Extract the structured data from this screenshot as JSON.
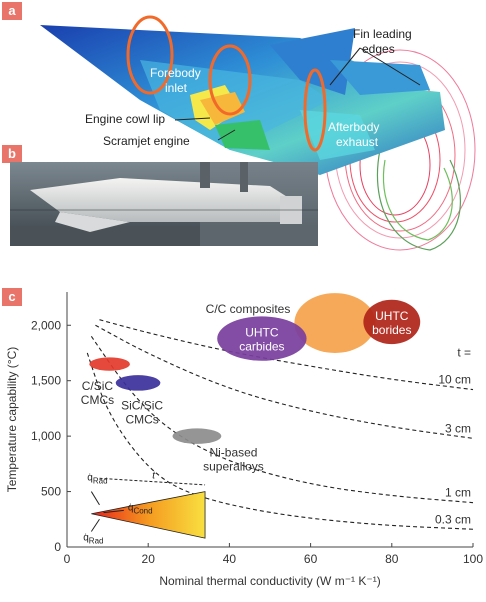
{
  "panels": {
    "a": "a",
    "b": "b",
    "c": "c"
  },
  "diagram": {
    "labels": {
      "fin_leading": "Fin leading",
      "edges": "edges",
      "forebody": "Forebody",
      "inlet": "inlet",
      "engine_cowl_lip": "Engine cowl lip",
      "scramjet_engine": "Scramjet engine",
      "afterbody": "Afterbody",
      "exhaust": "exhaust"
    }
  },
  "chart_data": {
    "type": "scatter",
    "xlabel": "Nominal thermal conductivity (W m⁻¹ K⁻¹)",
    "ylabel": "Temperature capability (°C)",
    "xlim": [
      0,
      100
    ],
    "ylim": [
      0,
      2300
    ],
    "x_ticks": [
      "0",
      "20",
      "40",
      "60",
      "80",
      "100"
    ],
    "y_ticks": [
      "0",
      "500",
      "1,000",
      "1,500",
      "2,000"
    ],
    "x_tick_values": [
      0,
      20,
      40,
      60,
      80,
      100
    ],
    "y_tick_values": [
      0,
      500,
      1000,
      1500,
      2000
    ],
    "materials": [
      {
        "label1": "C/C composites",
        "label2": "",
        "x": 66,
        "y": 2020,
        "rx": 10,
        "ry": 270,
        "color": "#f5a24a"
      },
      {
        "label1": "UHTC",
        "label2": "borides",
        "x": 80,
        "y": 2030,
        "rx": 7,
        "ry": 200,
        "color": "#b02418"
      },
      {
        "label1": "UHTC",
        "label2": "carbides",
        "x": 48,
        "y": 1880,
        "rx": 11,
        "ry": 200,
        "color": "#7a3e9d"
      },
      {
        "label1": "C/SiC",
        "label2": "CMCs",
        "x": 10.5,
        "y": 1650,
        "rx": 5,
        "ry": 60,
        "color": "#e23a2a"
      },
      {
        "label1": "SiC/SiC",
        "label2": "CMCs",
        "x": 17.5,
        "y": 1480,
        "rx": 5.5,
        "ry": 70,
        "color": "#3b2f9a"
      },
      {
        "label1": "Ni-based",
        "label2": "superalloys",
        "x": 32,
        "y": 1000,
        "rx": 6,
        "ry": 70,
        "color": "#8c8c8c"
      }
    ],
    "thickness_label": "t =",
    "curves": [
      {
        "label": "10 cm",
        "points": [
          [
            8,
            2050
          ],
          [
            20,
            1930
          ],
          [
            40,
            1760
          ],
          [
            60,
            1630
          ],
          [
            80,
            1510
          ],
          [
            100,
            1420
          ]
        ]
      },
      {
        "label": "3 cm",
        "points": [
          [
            7,
            2000
          ],
          [
            20,
            1740
          ],
          [
            40,
            1420
          ],
          [
            60,
            1220
          ],
          [
            80,
            1080
          ],
          [
            100,
            980
          ]
        ]
      },
      {
        "label": "1 cm",
        "points": [
          [
            6,
            1900
          ],
          [
            15,
            1420
          ],
          [
            25,
            1050
          ],
          [
            40,
            760
          ],
          [
            60,
            560
          ],
          [
            80,
            460
          ],
          [
            100,
            400
          ]
        ]
      },
      {
        "label": "0.3 cm",
        "points": [
          [
            5,
            1750
          ],
          [
            10,
            1200
          ],
          [
            20,
            700
          ],
          [
            30,
            470
          ],
          [
            50,
            300
          ],
          [
            75,
            200
          ],
          [
            100,
            160
          ]
        ]
      }
    ],
    "inset": {
      "q_rad_top": "q̇",
      "q_rad_top_sub": "Rad",
      "t": "t",
      "q_cond": "q̇",
      "q_cond_sub": "Cond",
      "q_rad_bottom": "q̇",
      "q_rad_bottom_sub": "Rad"
    }
  }
}
